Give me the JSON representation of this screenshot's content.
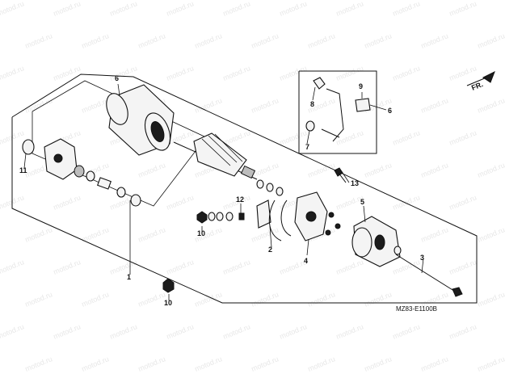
{
  "diagram": {
    "code": "MZ83-E1100B",
    "direction_label": "FR.",
    "callouts": {
      "c1": "1",
      "c2": "2",
      "c3": "3",
      "c4": "4",
      "c5": "5",
      "c6a": "6",
      "c6b": "6",
      "c7": "7",
      "c8": "8",
      "c9": "9",
      "c10a": "10",
      "c10b": "10",
      "c11": "11",
      "c12": "12",
      "c13": "13"
    },
    "watermark": "motod.ru"
  }
}
